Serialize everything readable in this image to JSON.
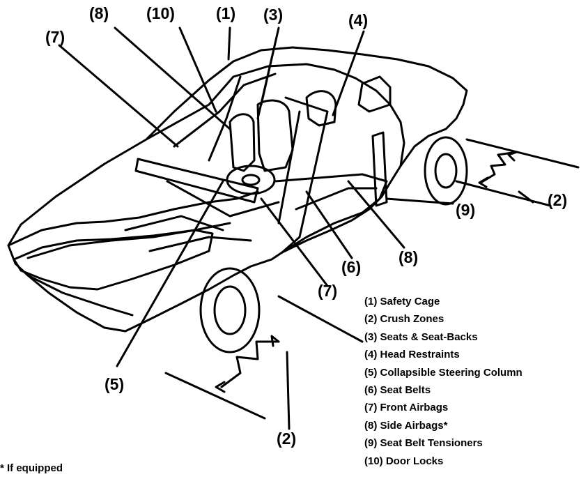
{
  "callouts": {
    "top_8": "(8)",
    "top_10": "(10)",
    "top_1": "(1)",
    "top_3": "(3)",
    "top_4": "(4)",
    "left_7": "(7)",
    "right_2": "(2)",
    "right_9": "(9)",
    "mid_8": "(8)",
    "mid_6": "(6)",
    "bottom_7": "(7)",
    "left_5": "(5)",
    "bottom_2": "(2)"
  },
  "legend": [
    "(1) Safety Cage",
    "(2) Crush Zones",
    "(3) Seats & Seat-Backs",
    "(4) Head Restraints",
    "(5) Collapsible Steering Column",
    "(6) Seat Belts",
    "(7) Front Airbags",
    "(8) Side Airbags*",
    "(9) Seat Belt Tensioners",
    "(10) Door Locks"
  ],
  "footnote": "* If equipped"
}
